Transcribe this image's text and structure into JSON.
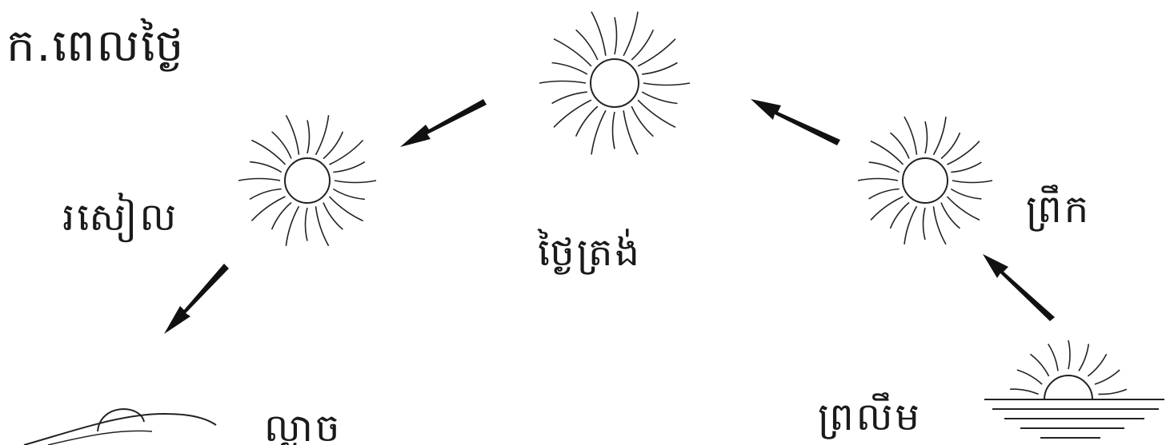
{
  "title": "ក.ពេលថ្ងៃ",
  "stages": {
    "dawn": "ព្រលឹម",
    "morning": "ព្រឹក",
    "noon": "ថ្ងៃត្រង់",
    "afternoon": "រសៀល",
    "dusk": "ល្ងាច"
  },
  "colors": {
    "ink": "#1a1a1a",
    "background": "#ffffff"
  }
}
